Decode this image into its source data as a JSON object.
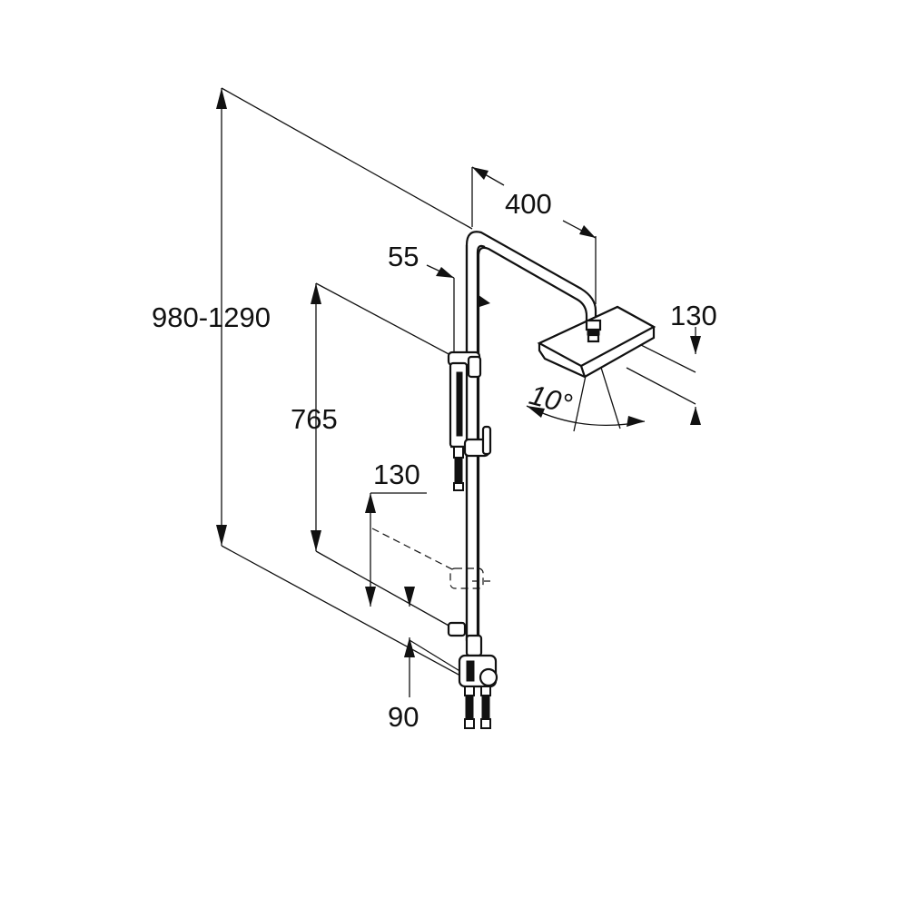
{
  "dimensions": {
    "total_height": "980-1290",
    "head_arm_reach": "400",
    "handshower_offset": "55",
    "head_size": "130",
    "rail_length": "765",
    "holder_offset": "130",
    "mixer_depth": "90",
    "tilt_angle": "10°"
  }
}
